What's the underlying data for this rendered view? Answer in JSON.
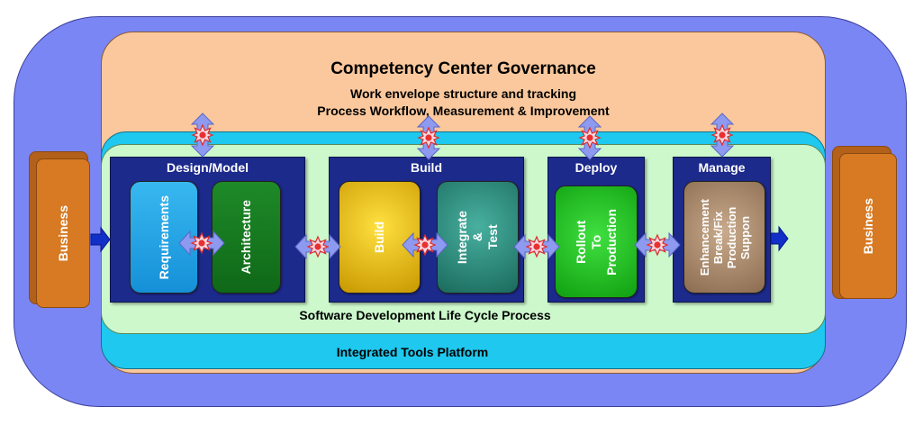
{
  "governance": {
    "title": "Competency Center Governance",
    "line1": "Work envelope structure and tracking",
    "line2": "Process Workflow, Measurement & Improvement"
  },
  "sdlc_label": "Software Development Life Cycle Process",
  "tools_label": "Integrated Tools Platform",
  "business": {
    "left": "Business",
    "right": "Business"
  },
  "phases": [
    {
      "title": "Design/Model",
      "boxes": [
        "Requirements",
        "Architecture"
      ]
    },
    {
      "title": "Build",
      "boxes": [
        "Build",
        "Integrate\n&\nTest"
      ]
    },
    {
      "title": "Deploy",
      "boxes": [
        "Rollout\nTo\nProduction"
      ]
    },
    {
      "title": "Manage",
      "boxes": [
        "Enhancement\nBreak/Fix\nProduction\nSuppon"
      ]
    }
  ],
  "colors": {
    "outer": "#7b86f5",
    "governance": "#fac89c",
    "tools": "#1fc8ee",
    "sdlc": "#ccf8cc",
    "phase": "#1c2a8c",
    "requirements": "#1aa3e6",
    "architecture": "#137a1e",
    "build": "#d4a600",
    "integrate": "#2a8a7c",
    "rollout": "#1ec81e",
    "enhancement": "#a88a6c",
    "business": "#d77a23",
    "connector_arrow": "#8e9af0",
    "connector_star": "#e83030"
  }
}
